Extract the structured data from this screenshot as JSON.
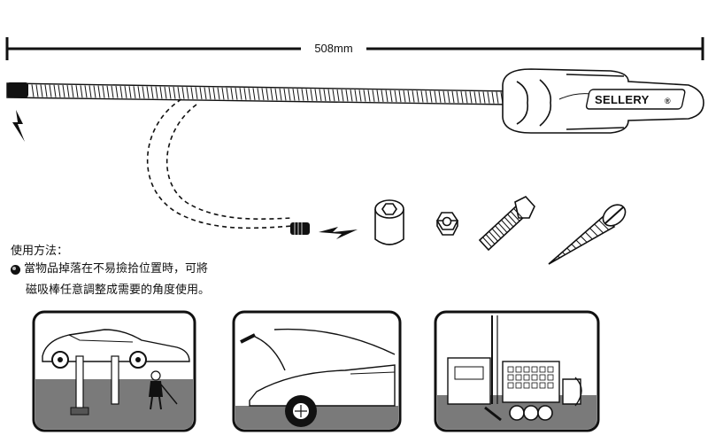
{
  "dimension": {
    "length_label": "508mm"
  },
  "tool": {
    "brand": "SELLERY",
    "registered_mark": "®"
  },
  "instructions": {
    "title": "使用方法：",
    "line1": "當物品掉落在不易撿拾位置時，可將",
    "line2": "磁吸棒任意調整成需要的角度使用。"
  },
  "icons": [
    "magnet-spark-icon",
    "socket-icon",
    "hex-nut-icon",
    "bolt-icon",
    "wood-screw-icon"
  ],
  "colors": {
    "ink": "#111111",
    "panel_gray": "#7a7a7a",
    "paper": "#ffffff"
  }
}
